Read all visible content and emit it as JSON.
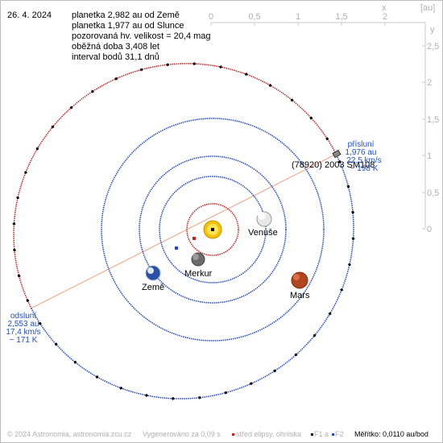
{
  "header": {
    "date": "26. 4. 2024",
    "lines": [
      "planetka 2,982 au od Země",
      "planetka 1,977 au od Slunce",
      "pozorovaná hv. velikost = 20,4 mag",
      "oběžná doba 3,408 let",
      "interval bodů 31,1 dnů"
    ]
  },
  "scale": {
    "unit_label": "[au]",
    "x_axis_label": "x",
    "y_axis_label": "y",
    "x_ticks": [
      "0",
      "0,5",
      "1",
      "1,5",
      "2"
    ],
    "y_ticks": [
      "2,5",
      "2",
      "1,5",
      "1",
      "0,5",
      "0"
    ]
  },
  "labels": {
    "asteroid": "(78920) 2003 SM108",
    "perihelion": [
      "přísluní",
      "1,976 au",
      "22,5 km/s",
      "~ 198 K"
    ],
    "aphelion": [
      "odsluní",
      "2,553 au",
      "17,4 km/s",
      "~ 171 K"
    ],
    "planets": {
      "venus": "Venuše",
      "mercury": "Merkur",
      "earth": "Země",
      "mars": "Mars"
    }
  },
  "footer": {
    "copyright": "© 2024 Astronomia, astronomia.zcu.cz",
    "generated": "Vygenerováno za 0,09 s",
    "legend_center": "střed elipsy, ohniska",
    "legend_f1": "F1 a",
    "legend_f2": "F2",
    "scale_text": "Měřítko: 0,0110 au/bod"
  },
  "colors": {
    "orbit_blue": "#1f45c9",
    "orbit_red": "#c82020",
    "apsides_line": "#f0a080",
    "label_blue": "#1f4fd1",
    "sun": "#f5c400"
  }
}
